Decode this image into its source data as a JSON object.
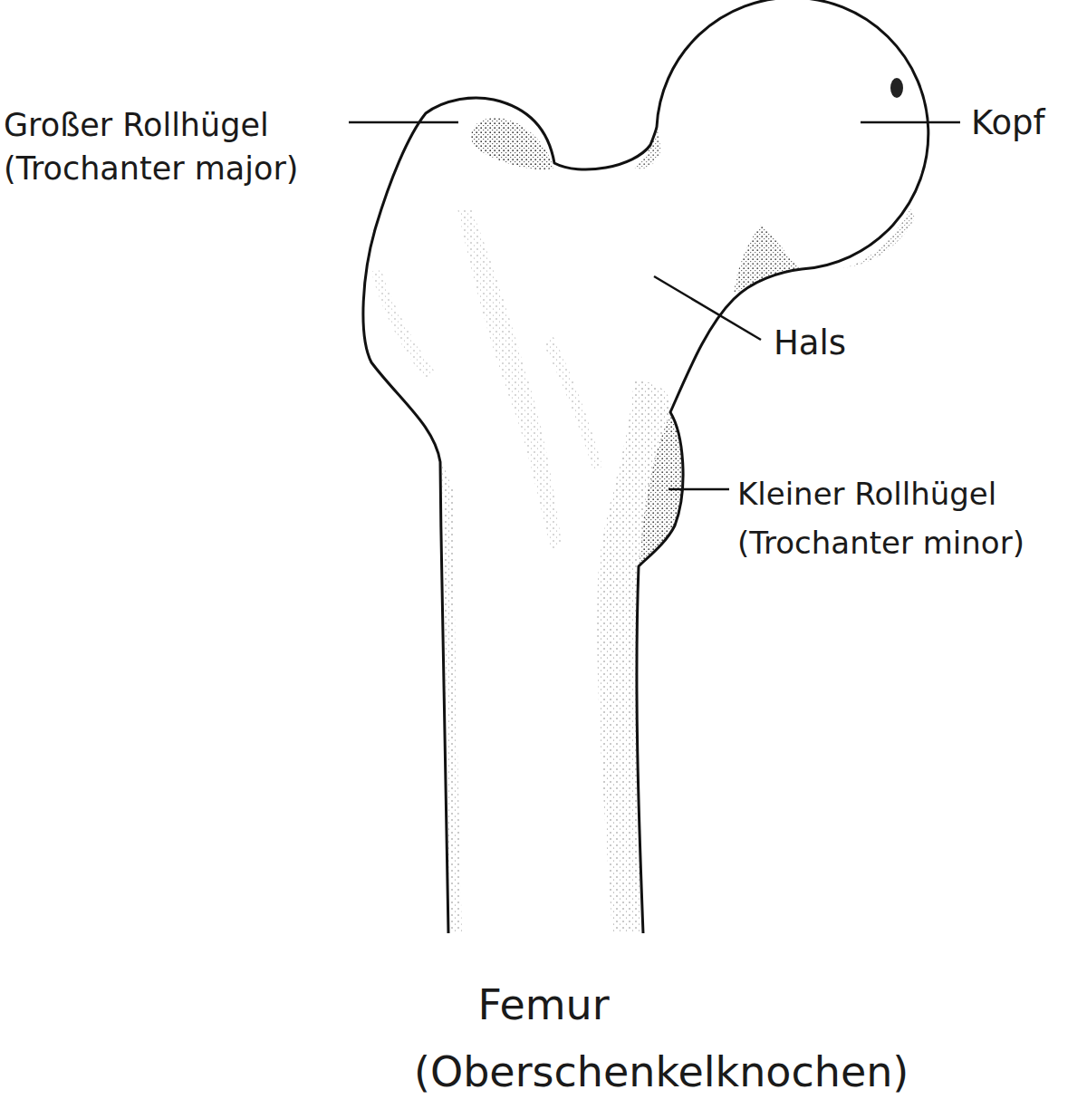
{
  "diagram": {
    "caption": "Femur (Oberschenkelknochen)",
    "labels": [
      "Großer Rollhügel (Trochanter major)",
      "Kopf",
      "Hals",
      "Kleiner Rollhügel (Trochanter minor)"
    ]
  }
}
